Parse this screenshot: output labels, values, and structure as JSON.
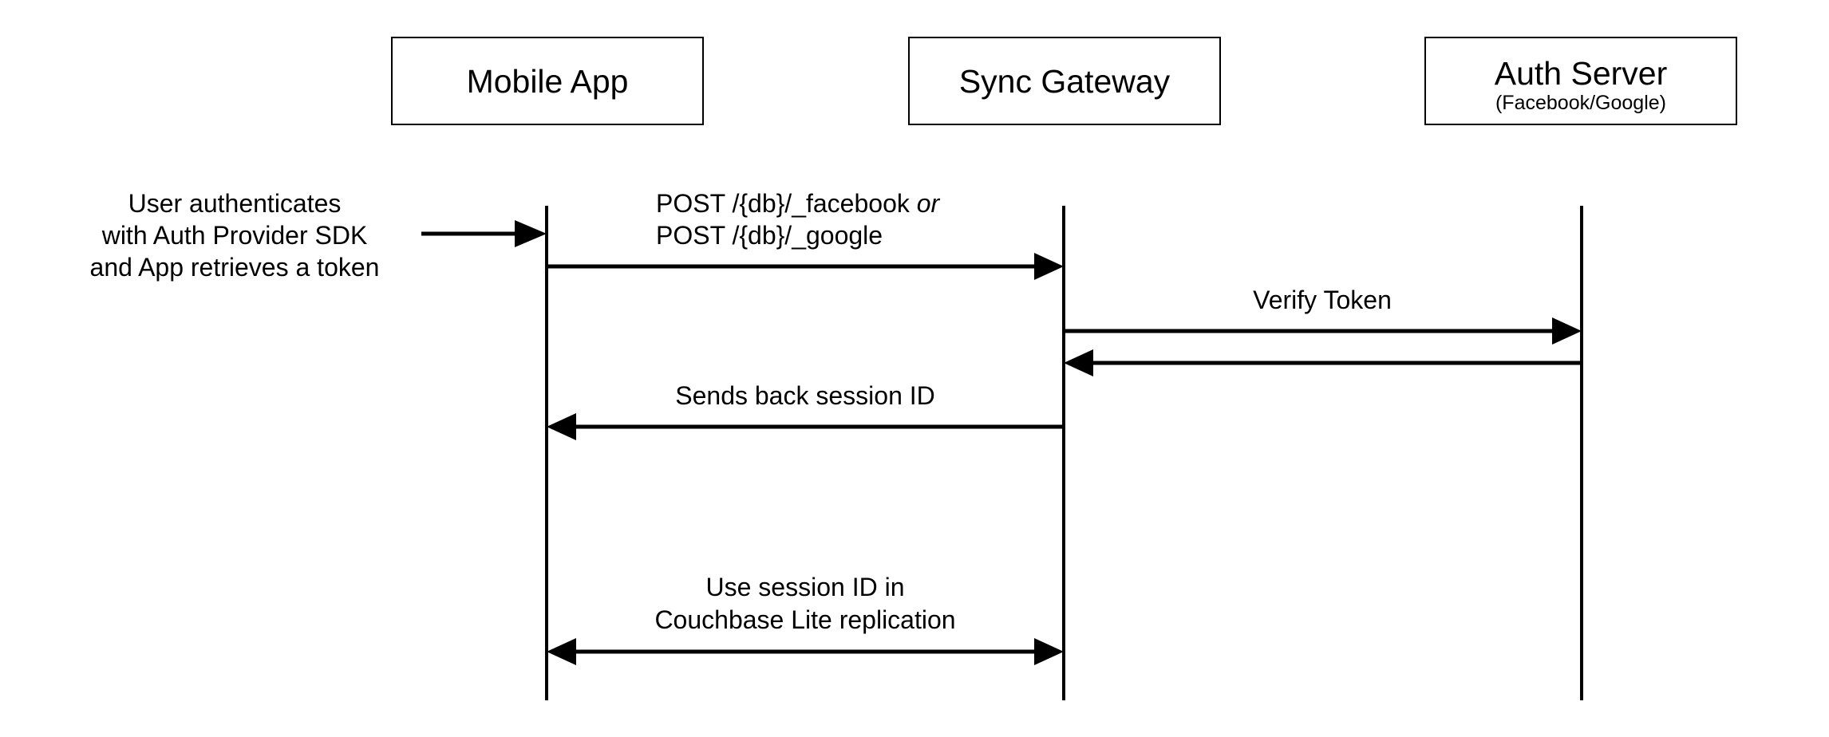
{
  "participants": {
    "mobile_app": {
      "label": "Mobile App"
    },
    "sync_gateway": {
      "label": "Sync Gateway"
    },
    "auth_server": {
      "label": "Auth Server",
      "sublabel": "(Facebook/Google)"
    }
  },
  "external_note": {
    "line1": "User authenticates",
    "line2": "with Auth Provider SDK",
    "line3": "and App retrieves a token"
  },
  "messages": {
    "post_facebook": {
      "prefix": "POST /{db}/_facebook ",
      "italic": "or"
    },
    "post_google": "POST /{db}/_google",
    "verify_token": "Verify Token",
    "session_id": "Sends back session ID",
    "replication_line1": "Use session ID in",
    "replication_line2": "Couchbase Lite replication"
  }
}
